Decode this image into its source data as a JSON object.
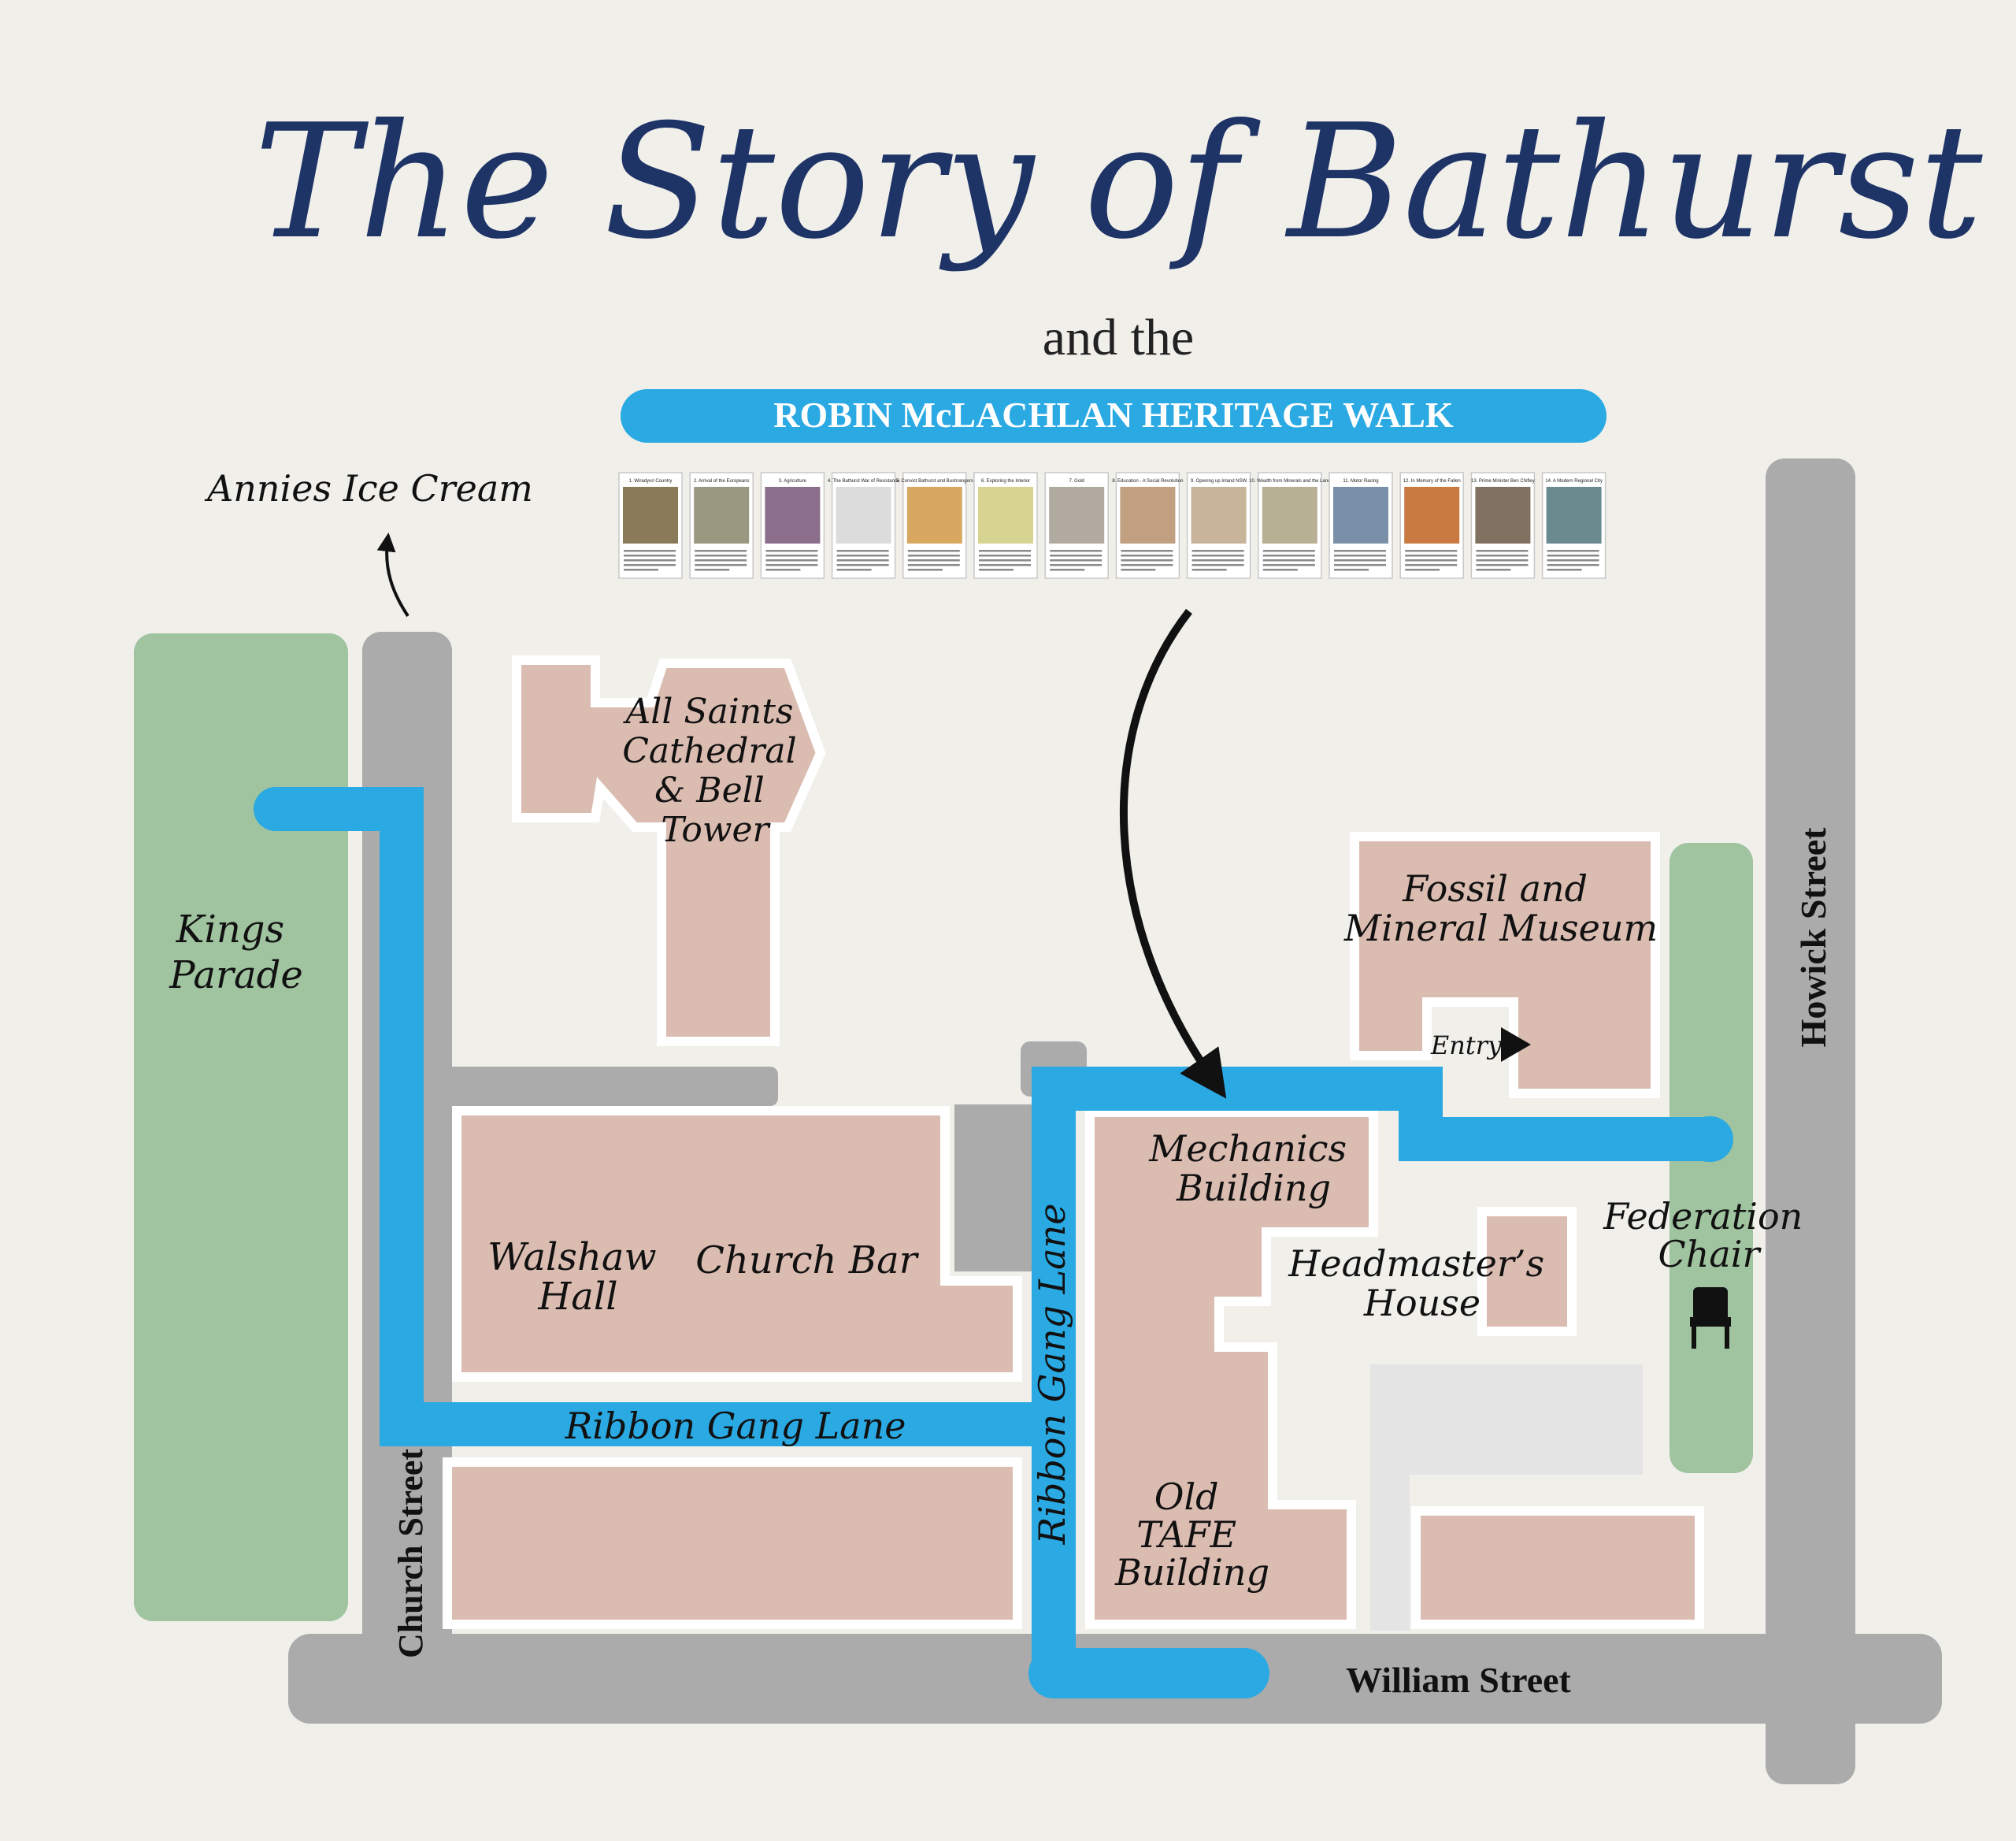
{
  "title": {
    "main": "The Story of Bathurst",
    "subtitle": "and the",
    "banner": "ROBIN McLACHLAN HERITAGE WALK"
  },
  "colors": {
    "background": "#f0efea",
    "road": "#ababab",
    "park": "#a0c3a0",
    "building": "#dbbcb1",
    "walk": "#2aa9e3",
    "title": "#1e3366"
  },
  "panels": [
    {
      "number": "1",
      "title": "1. Wiradyuri Country"
    },
    {
      "number": "2",
      "title": "2. Arrival of the Europeans"
    },
    {
      "number": "3",
      "title": "3. Agriculture"
    },
    {
      "number": "4",
      "title": "4. The Bathurst War of Resistance"
    },
    {
      "number": "5",
      "title": "5. Convict Bathurst and Bushrangers"
    },
    {
      "number": "6",
      "title": "6. Exploring the Interior"
    },
    {
      "number": "7",
      "title": "7. Gold"
    },
    {
      "number": "8",
      "title": "8. Education - A Social Revolution"
    },
    {
      "number": "9",
      "title": "9. Opening up Inland NSW"
    },
    {
      "number": "10",
      "title": "10. Wealth from Minerals and the Land"
    },
    {
      "number": "11",
      "title": "11. Motor Racing"
    },
    {
      "number": "12",
      "title": "12. In Memory of the Fallen"
    },
    {
      "number": "13",
      "title": "13. Prime Minister Ben Chifley"
    },
    {
      "number": "14",
      "title": "14. A Modern Regional City"
    }
  ],
  "labels": {
    "annies": "Annies Ice Cream",
    "cathedral": [
      "All Saints",
      "Cathedral",
      "& Bell",
      "Tower"
    ],
    "kings_parade": [
      "Kings",
      "Parade"
    ],
    "fossil": [
      "Fossil and",
      "Mineral Museum"
    ],
    "entry": "Entry",
    "mechanics": [
      "Mechanics",
      "Building"
    ],
    "headmaster": [
      "Headmaster’s",
      "House"
    ],
    "federation": [
      "Federation",
      "Chair"
    ],
    "walshaw": [
      "Walshaw",
      "Hall"
    ],
    "church_bar": "Church Bar",
    "ribbon_h": "Ribbon Gang Lane",
    "ribbon_v": "Ribbon Gang Lane",
    "old_tafe": [
      "Old",
      "TAFE",
      "Building"
    ],
    "church_street": "Church Street",
    "william_street": "William Street",
    "howick_street": "Howick Street"
  },
  "icons": {
    "chair": "chair-icon",
    "entry_arrow": "triangle-right-icon",
    "annies_arrow": "arrow-up-icon",
    "walk_arrow": "curved-arrow-icon"
  }
}
